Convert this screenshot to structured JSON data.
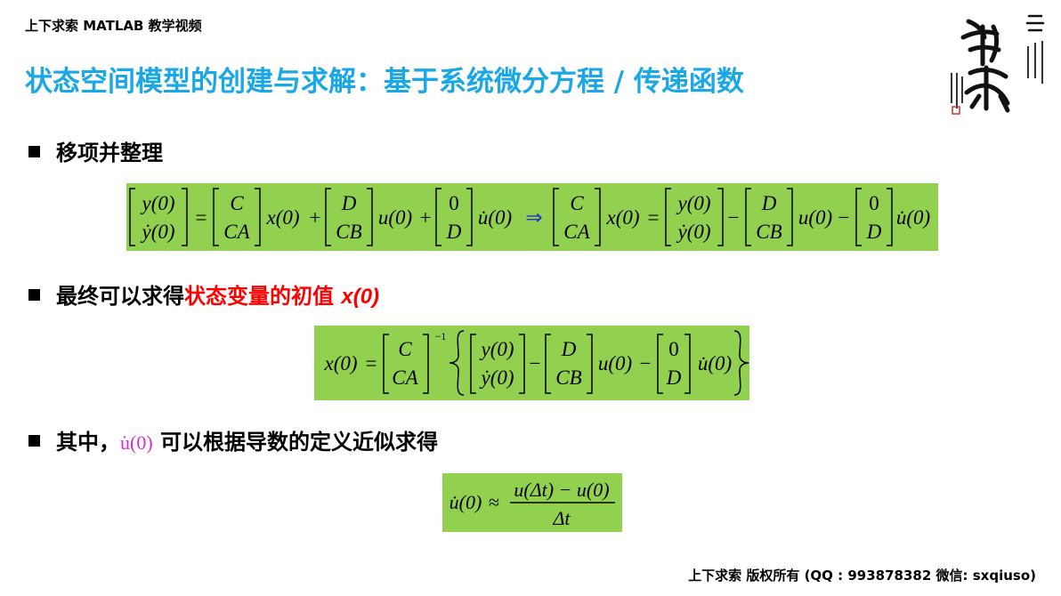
{
  "header": {
    "brand": "上下求索 MATLAB 教学视频"
  },
  "slide": {
    "title": "状态空间模型的创建与求解：基于系统微分方程 / 传递函数",
    "bullet1": "移项并整理",
    "bullet2_prefix": "最终可以求得",
    "bullet2_highlight": "状态变量的初值",
    "bullet2_var": "x(0)",
    "bullet3_prefix": "其中，",
    "bullet3_math": "u̇(0)",
    "bullet3_suffix": " 可以根据导数的定义近似求得"
  },
  "equations": {
    "eq1": {
      "y0": "y(0)",
      "ydot0": "ẏ(0)",
      "eq": "=",
      "C": "C",
      "CA": "CA",
      "x0": "x(0)",
      "plus": "+",
      "D": "D",
      "CB": "CB",
      "u0": "u(0)",
      "zero": "0",
      "udot0": "u̇(0)",
      "implies": "⇒",
      "minus": "−"
    },
    "eq2": {
      "x0": "x(0)",
      "eq": "=",
      "C": "C",
      "CA": "CA",
      "inv": "−1",
      "y0": "y(0)",
      "ydot0": "ẏ(0)",
      "minus": "−",
      "D": "D",
      "CB": "CB",
      "u0": "u(0)",
      "zero": "0",
      "udot0": "u̇(0)"
    },
    "eq3": {
      "udot0": "u̇(0)",
      "approx": "≈",
      "num": "u(Δt) − u(0)",
      "den": "Δt"
    }
  },
  "footer": {
    "copyright": "上下求索  版权所有  (QQ : 993878382   微信: sxqiuso)"
  },
  "colors": {
    "title": "#1aa7e6",
    "eqbox": "#92d050",
    "highlight": "#ff0000",
    "inline_math": "#d02fd0"
  }
}
